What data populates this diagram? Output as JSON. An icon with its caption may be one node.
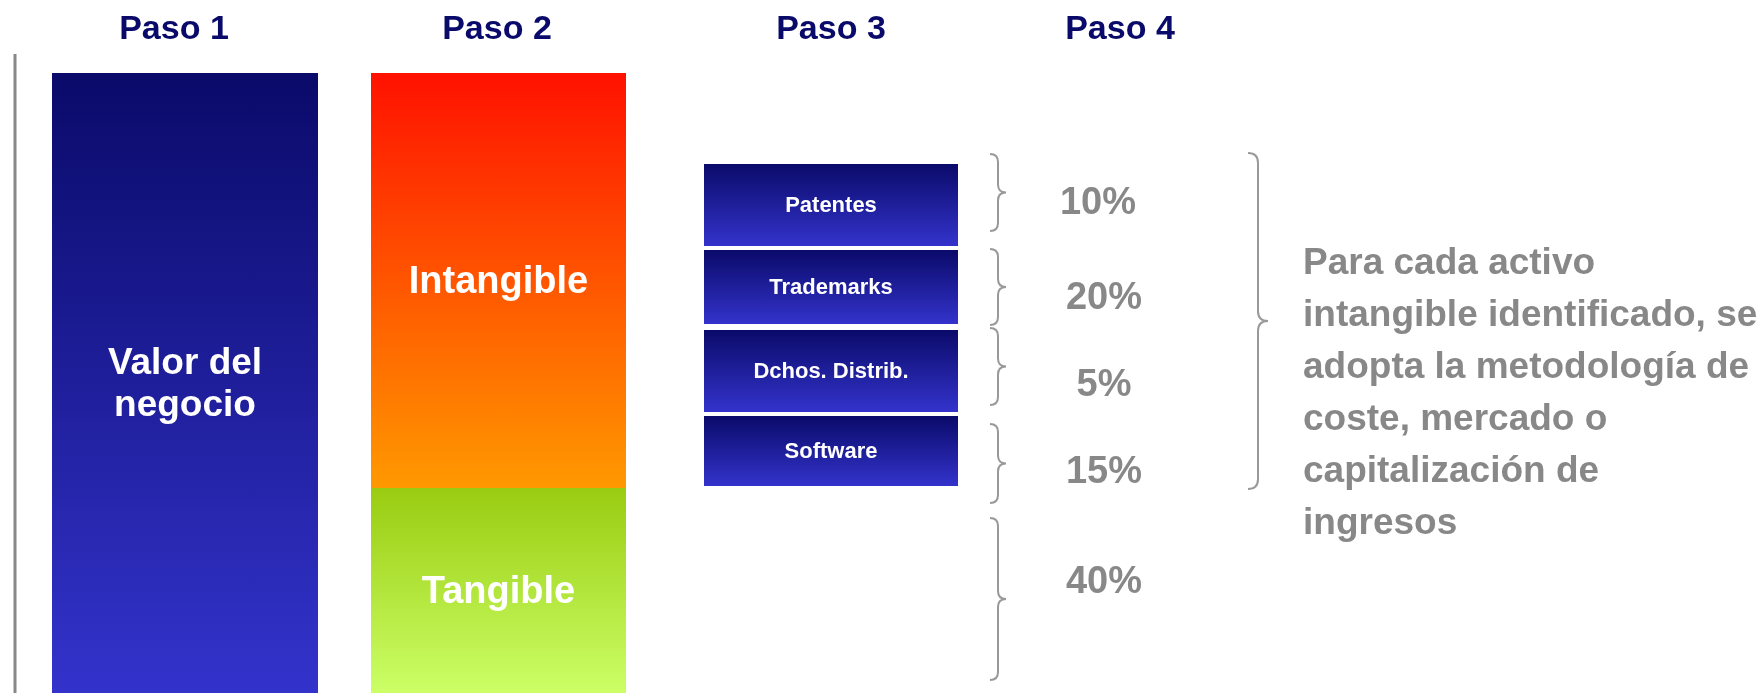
{
  "diagram": {
    "nodes": [
      {
        "text": [
          "Valor del negocio"
        ]
      },
      {
        "text": [
          "Intangible"
        ]
      },
      {
        "text": [
          "Tangible"
        ]
      },
      {
        "text": [
          "Patentes"
        ]
      },
      {
        "text": [
          "Trademarks"
        ]
      },
      {
        "text": [
          "Dchos. Distrib."
        ]
      },
      {
        "text": [
          "Software"
        ]
      }
    ],
    "labels": [
      "Paso 1",
      "Paso 2",
      "Paso 3",
      "Paso 4",
      "10%",
      "20%",
      "5%",
      "15%",
      "40%",
      "Para cada activo intangible identificado, se adopta la metodología de coste, mercado o capitalización de ingresos"
    ]
  }
}
